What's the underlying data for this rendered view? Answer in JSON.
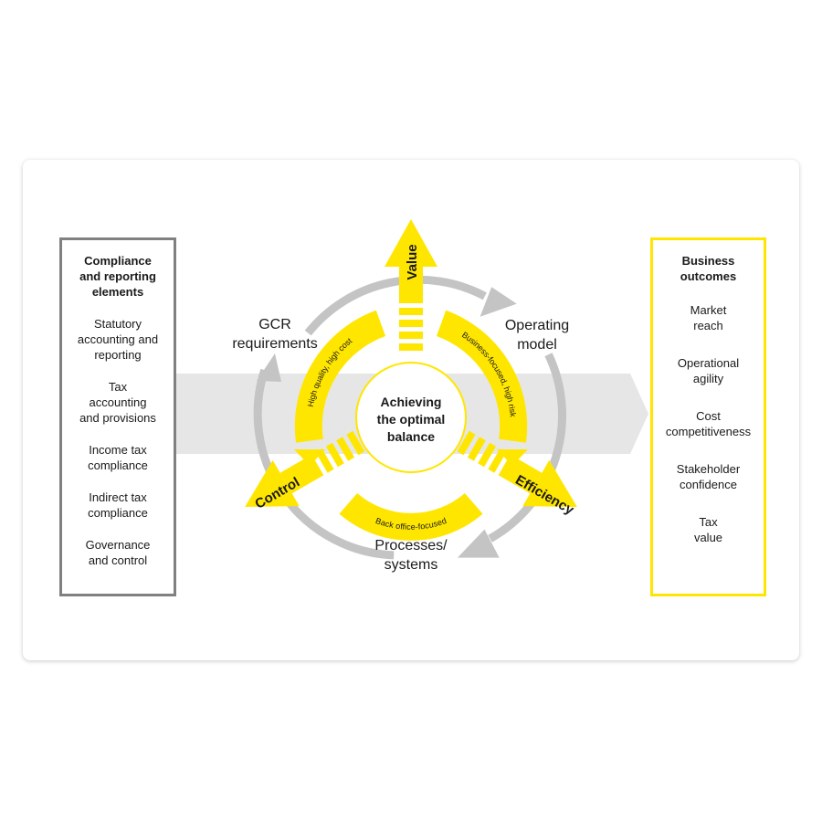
{
  "left_box": {
    "title": "Compliance\nand reporting\nelements",
    "items": [
      "Statutory\naccounting and\nreporting",
      "Tax\naccounting\nand provisions",
      "Income tax\ncompliance",
      "Indirect tax\ncompliance",
      "Governance\nand control"
    ]
  },
  "right_box": {
    "title": "Business\noutcomes",
    "items": [
      "Market\nreach",
      "Operational\nagility",
      "Cost\ncompetitiveness",
      "Stakeholder\nconfidence",
      "Tax\nvalue"
    ]
  },
  "cycle": {
    "gcr": "GCR\nrequirements",
    "operating_model": "Operating\nmodel",
    "processes": "Processes/\nsystems"
  },
  "center": {
    "text": "Achieving\nthe optimal\nbalance"
  },
  "arrows": {
    "value": "Value",
    "control": "Control",
    "efficiency": "Efficiency"
  },
  "bands": {
    "left": "High quality, high cost",
    "right": "Business-focused, high risk",
    "bottom": "Back office-focused"
  },
  "colors": {
    "yellow": "#ffe600",
    "gray": "#c0c0c0",
    "band": "#e6e6e6",
    "box_gray": "#808080"
  }
}
